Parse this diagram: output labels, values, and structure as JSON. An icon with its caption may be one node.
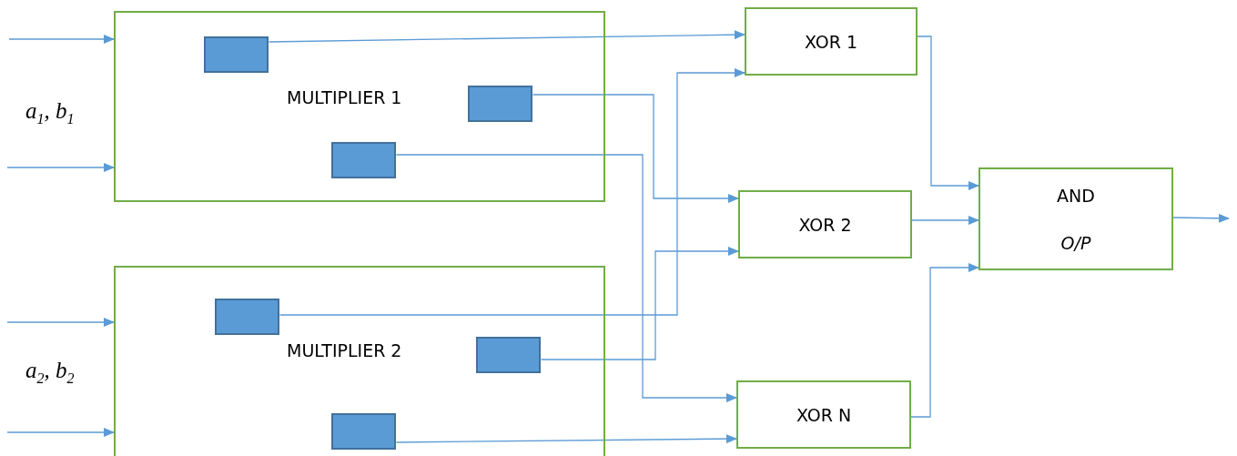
{
  "diagram": {
    "nodes": [
      {
        "text": [
          "MULTIPLIER 1"
        ]
      },
      {
        "text": [],
        "shape": "box",
        "in": 0
      },
      {
        "text": [],
        "shape": "box",
        "in": 0
      },
      {
        "text": [],
        "shape": "box",
        "in": 0
      },
      {
        "text": [
          "MULTIPLIER 2"
        ]
      },
      {
        "text": [],
        "shape": "box",
        "in": 4
      },
      {
        "text": [],
        "shape": "box",
        "in": 4
      },
      {
        "text": [],
        "shape": "box",
        "in": 4
      },
      {
        "text": [
          "XOR 1"
        ]
      },
      {
        "text": [
          "XOR 2"
        ]
      },
      {
        "text": [
          "XOR N"
        ]
      },
      {
        "text": [
          "AND",
          "O/P"
        ]
      }
    ],
    "edges": [
      {
        "from": null,
        "to": 0,
        "arrow": "to"
      },
      {
        "from": null,
        "to": 0,
        "arrow": "to"
      },
      {
        "from": null,
        "to": 4,
        "arrow": "to"
      },
      {
        "from": null,
        "to": 4,
        "arrow": "to"
      },
      {
        "from": 1,
        "to": 8,
        "arrow": "to"
      },
      {
        "from": 2,
        "to": 9,
        "arrow": "to"
      },
      {
        "from": 3,
        "to": 10,
        "arrow": "to"
      },
      {
        "from": 5,
        "to": 8,
        "arrow": "to"
      },
      {
        "from": 6,
        "to": 9,
        "arrow": "to"
      },
      {
        "from": 7,
        "to": 10,
        "arrow": "to"
      },
      {
        "from": 8,
        "to": 11,
        "arrow": "to"
      },
      {
        "from": 9,
        "to": 11,
        "arrow": "to"
      },
      {
        "from": 10,
        "to": 11,
        "arrow": "to"
      },
      {
        "from": 11,
        "to": null,
        "arrow": "to"
      }
    ],
    "labels": [
      "a$_{1}$, b$_{1}$",
      "a$_{2}$, b$_{2}$"
    ]
  }
}
